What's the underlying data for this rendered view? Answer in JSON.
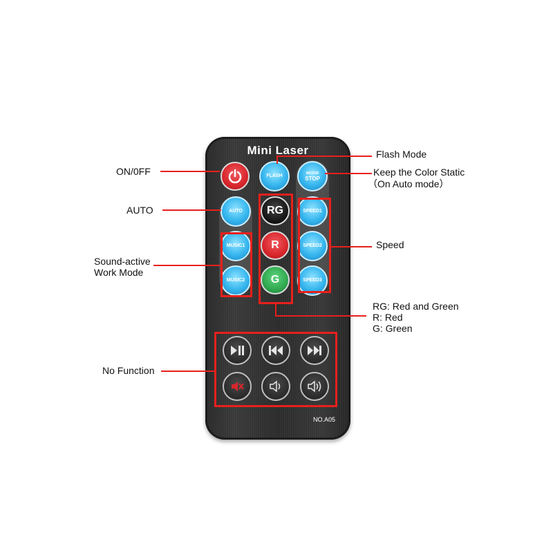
{
  "remote": {
    "brand": "Mini Laser",
    "model": "NO.A05",
    "buttons": {
      "power": "",
      "flash": "FLASH",
      "motor_top": "MOTOR",
      "motor_bottom": "STOP",
      "auto": "AUTO",
      "rg": "RG",
      "r": "R",
      "g": "G",
      "music1": "MUSIC1",
      "music2": "MUSIC2",
      "speed1": "SPEED1",
      "speed2": "SPEED2",
      "speed3": "SPEED3"
    },
    "media_icons": [
      "play-pause-icon",
      "previous-icon",
      "next-icon",
      "mute-icon",
      "volume-down-icon",
      "volume-up-icon"
    ]
  },
  "annotations": {
    "on_off": "ON/0FF",
    "auto": "AUTO",
    "sound_line1": "Sound-active",
    "sound_line2": "Work Mode",
    "no_function": "No Function",
    "flash_mode": "Flash Mode",
    "keep_static_line1": "Keep the Color Static",
    "keep_static_line2": "（On Auto mode）",
    "speed": "Speed",
    "rg_line1": "RG: Red and Green",
    "rg_line2": "R: Red",
    "rg_line3": "G: Green"
  },
  "colors": {
    "annotation_red": "#e8201c",
    "button_blue": "#36b6ee",
    "power_red": "#d8262c",
    "green": "#2fa84f",
    "black": "#111111"
  }
}
